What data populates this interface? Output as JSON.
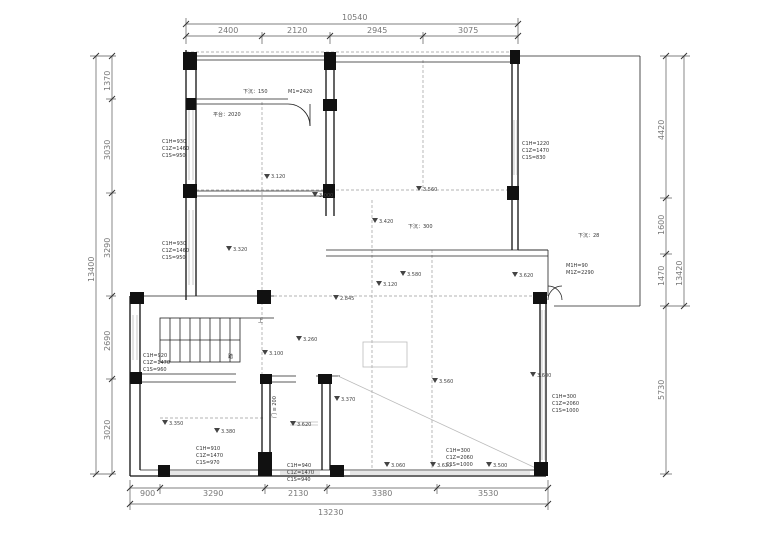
{
  "dimensions": {
    "top_total": "10540",
    "top_segments": [
      "2400",
      "2120",
      "2945",
      "3075"
    ],
    "bottom_total": "13230",
    "bottom_segments": [
      "900",
      "3290",
      "2130",
      "3380",
      "3530"
    ],
    "left_total": "13400",
    "left_segments": [
      "1370",
      "3030",
      "3290",
      "2690",
      "3020"
    ],
    "right_segments_upper": [
      "4420",
      "1600",
      "1470"
    ],
    "right_total_upper": "13420",
    "right_segment_lower": "5730"
  },
  "annotations": {
    "xl_150": "下沉：150",
    "m1_2420": "M1=2420",
    "fu_ting": "平台：2020",
    "c1_left_upper": [
      "C1H=930",
      "C1Z=1460",
      "C1S=950"
    ],
    "c1_right_upper": [
      "C1H=1220",
      "C1Z=1470",
      "C1S=830"
    ],
    "c1_left_mid": [
      "C1H=930",
      "C1Z=1460",
      "C1S=950"
    ],
    "xl_300": "下沉：300",
    "xl_28": "下沉：28",
    "m1_m2": [
      "M1H=90",
      "M1Z=2290"
    ],
    "c1_stair": [
      "C1H=920",
      "C1Z=1470",
      "C1S=960"
    ],
    "c1_bottom_left": [
      "C1H=910",
      "C1Z=1470",
      "C1S=970"
    ],
    "c1_bottom_mid": [
      "C1H=940",
      "C1Z=1470",
      "C1S=940"
    ],
    "c1_bottom_right": [
      "C1H=300",
      "C1Z=2060",
      "C1S=1000"
    ],
    "c1_right_lower": [
      "C1H=300",
      "C1Z=2060",
      "C1S=1000"
    ],
    "door_mark": "门 ≡ 200",
    "up_mark": "上",
    "stair_mark": "踏"
  },
  "levels": {
    "l_3120": "3.120",
    "l_3560": "3.560",
    "l_3000": "3.000",
    "l_3420": "3.420",
    "l_3320": "3.320",
    "l_3580": "3.580",
    "l_3620": "3.620",
    "l_3120b": "3.120",
    "l_2845": "2.845",
    "l_3260": "3.260",
    "l_3100": "3.100",
    "l_3560b": "3.560",
    "l_3370": "3.370",
    "l_3600": "3.600",
    "l_3350": "3.350",
    "l_3380": "3.380",
    "l_3620b": "3.620",
    "l_3060": "3.060",
    "l_3620c": "3.620",
    "l_3500": "3.500"
  }
}
